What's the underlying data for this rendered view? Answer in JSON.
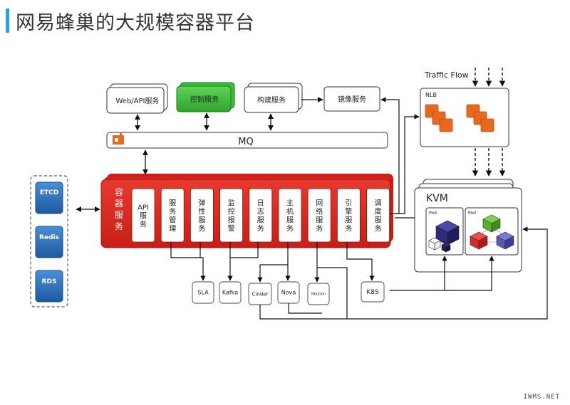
{
  "title": "网易蜂巢的大规模容器平台",
  "diagram": {
    "top_services": {
      "web_api": "Web/API服务",
      "control": "控制服务",
      "build": "构建服务",
      "image": "镜像服务"
    },
    "mq": "MQ",
    "traffic_flow": "Traffic Flow",
    "nlb": "NLB",
    "stores": [
      "ETCD",
      "Redis",
      "RDS"
    ],
    "container_service": "容器服务",
    "modules": [
      "API服务",
      "服务管理",
      "弹性服务",
      "监控报警",
      "日志服务",
      "主机服务",
      "网络服务",
      "引擎服务",
      "调度服务"
    ],
    "kvm": "KVM",
    "pods": [
      "Pod",
      "Pod"
    ],
    "bottom_nodes": [
      "SLA",
      "Kafka",
      "Cinder",
      "Nova",
      "Neutron",
      "K8S"
    ]
  },
  "colors": {
    "accent_red": "#d9261c",
    "accent_green": "#3dbb3a",
    "store_blue": "#2c6fb6",
    "nlb_orange": "#e8681e",
    "title_bar": "#29a3e0"
  },
  "watermark": "IWMS.NET"
}
